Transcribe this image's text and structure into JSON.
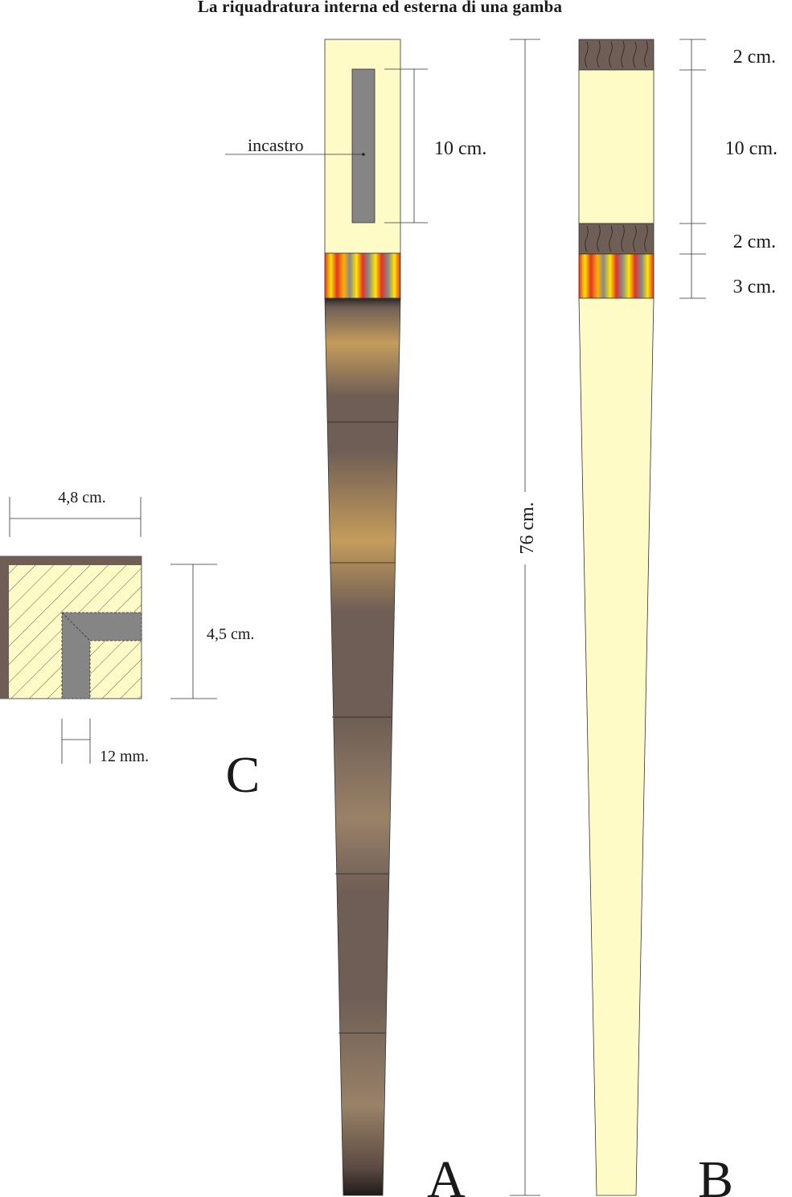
{
  "title": "La riquadratura interna ed esterna di una gamba",
  "views": {
    "a": {
      "letter": "A",
      "mortise_label": "incastro",
      "mortise_length": "10 cm.",
      "total_length": "76 cm."
    },
    "b": {
      "letter": "B",
      "dims": [
        "2 cm.",
        "10 cm.",
        "2 cm.",
        "3 cm."
      ]
    },
    "c": {
      "letter": "C",
      "width": "4,8 cm.",
      "height": "4,5 cm.",
      "tenon": "12 mm."
    }
  },
  "colors": {
    "pale_wood": "#fffbc6",
    "dark_wood": "#6e5e55",
    "light_wood": "#c49c5c",
    "mortise": "#858585",
    "band_red": "#e0352a",
    "band_yellow": "#ffe600",
    "band_grey": "#8a8a8a"
  }
}
